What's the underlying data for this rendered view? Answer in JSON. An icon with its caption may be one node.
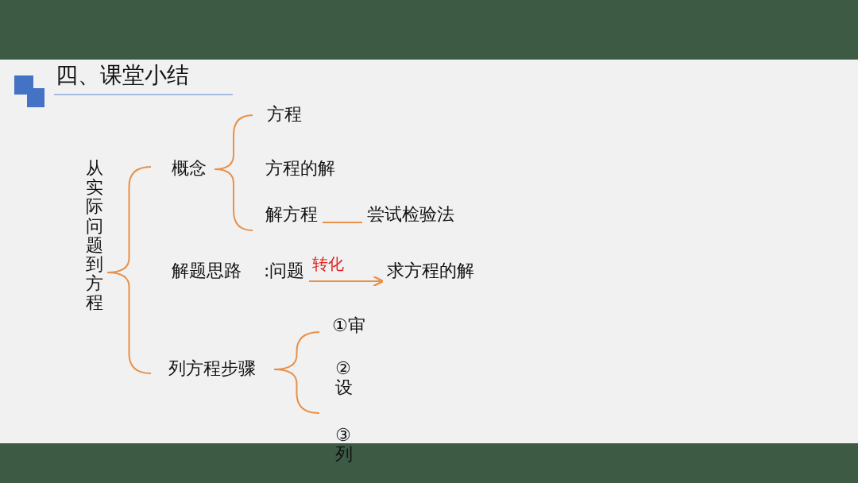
{
  "diagram": {
    "title": "四、课堂小结",
    "nodes": [
      {
        "text": [
          "解方程"
        ]
      },
      {
        "text": [
          "尝试检验法"
        ]
      },
      {
        "text": [
          ":问题"
        ]
      },
      {
        "text": [
          "求方程的解"
        ]
      }
    ],
    "edges": [
      {
        "from": 0,
        "to": 1,
        "arrow": "none"
      },
      {
        "from": 2,
        "to": 3,
        "arrow": "to",
        "label": "转化"
      }
    ],
    "labels": [
      "方程",
      "从实际问题到方程",
      "概念",
      "方程的解",
      "解题思路",
      "①审",
      "列方程步骤",
      "②设",
      "③列"
    ]
  }
}
